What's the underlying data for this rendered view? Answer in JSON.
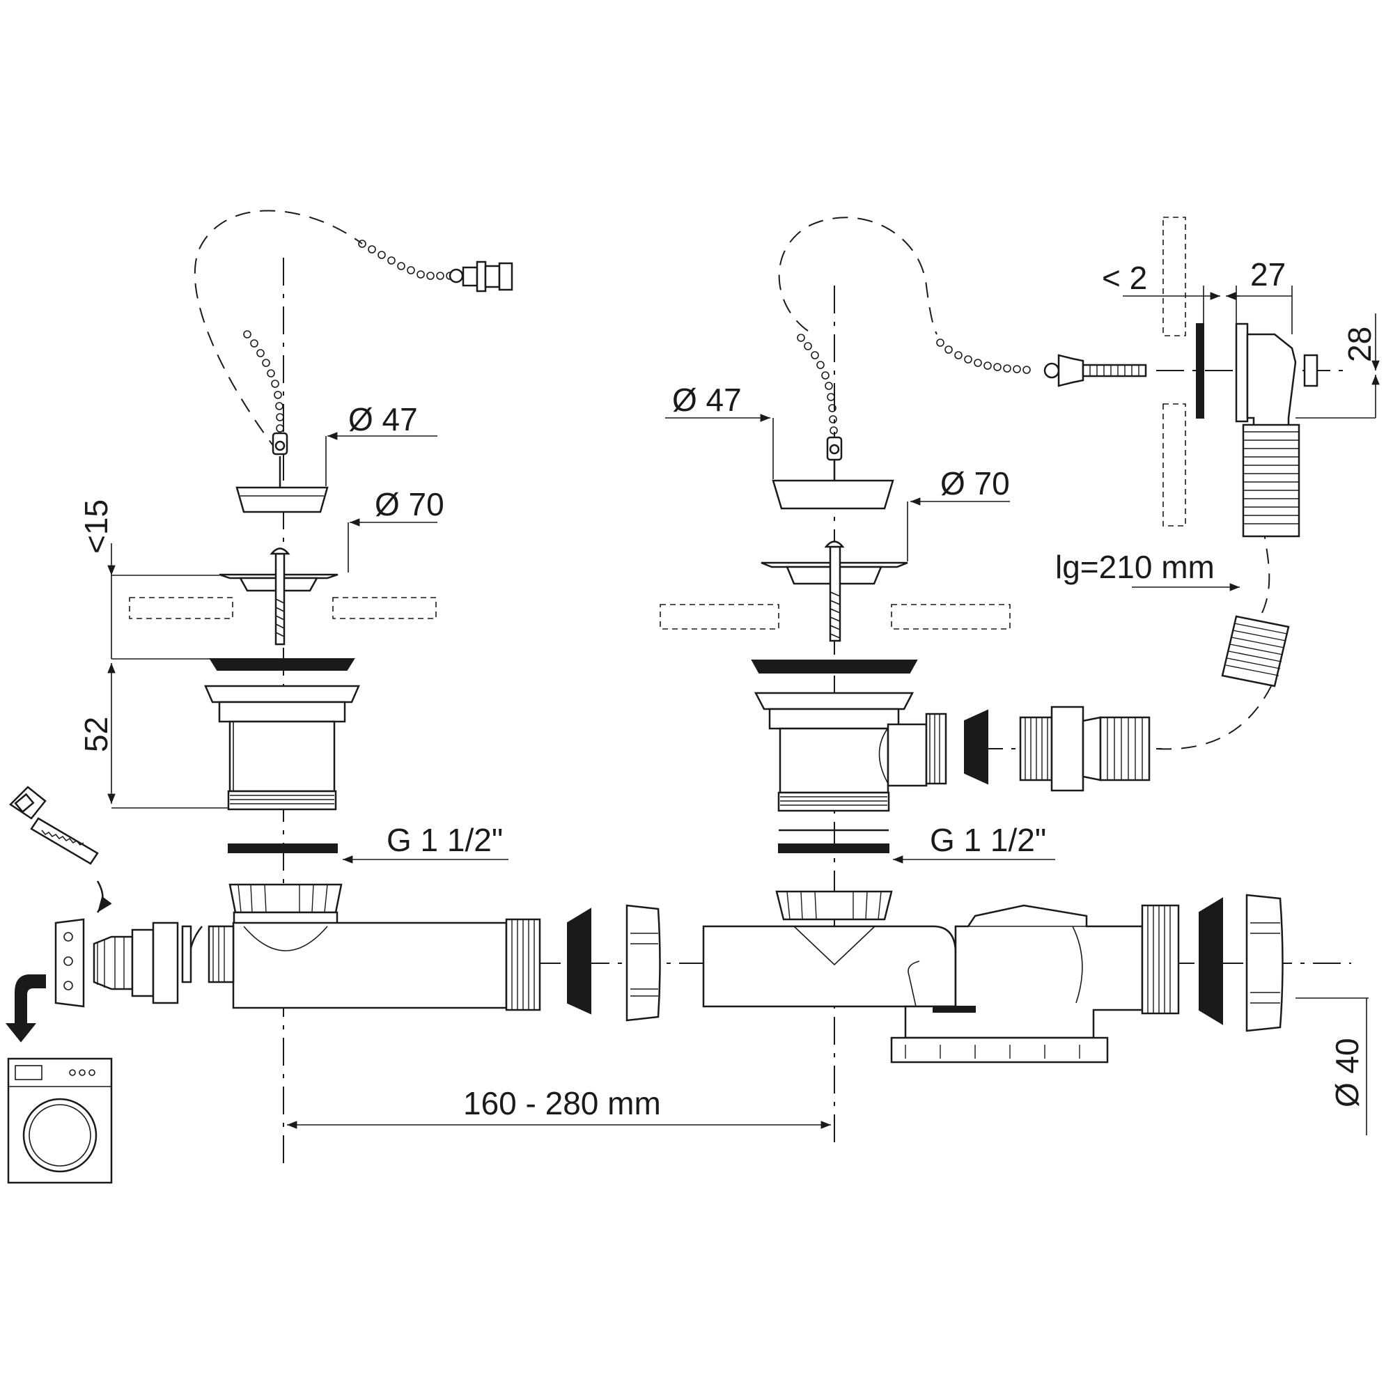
{
  "labels": {
    "left_d47": "Ø 47",
    "left_d70": "Ø 70",
    "left_lt15": "<15",
    "left_52": "52",
    "left_thread": "G 1 1/2\"",
    "right_d47": "Ø 47",
    "right_d70": "Ø 70",
    "right_thread": "G 1 1/2\"",
    "overflow_lt2": "< 2",
    "overflow_27": "27",
    "overflow_28": "28",
    "hose_length": "lg=210 mm",
    "spacing": "160 - 280 mm",
    "pipe_diameter": "Ø 40"
  },
  "icons": {
    "saw": "saw-icon",
    "arrow": "curved-arrow-icon",
    "washer": "washing-machine-icon"
  }
}
